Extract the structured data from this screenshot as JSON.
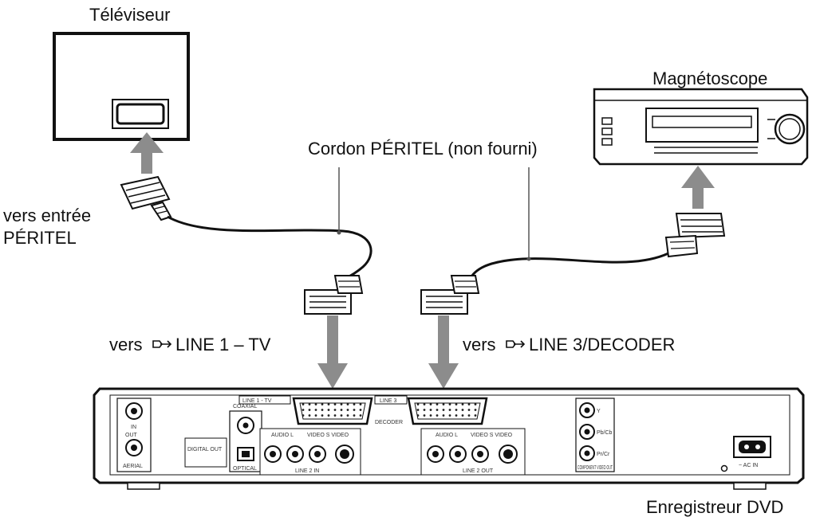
{
  "labels": {
    "tv": "Téléviseur",
    "vcr": "Magnétoscope",
    "cable": "Cordon PÉRITEL (non fourni)",
    "tv_input_line1": "vers entrée",
    "tv_input_line2": "PÉRITEL",
    "to_line1_prefix": "vers",
    "to_line1": "LINE 1 – TV",
    "to_line3_prefix": "vers",
    "to_line3": "LINE 3/DECODER",
    "recorder": "Enregistreur DVD"
  },
  "panel_text": {
    "line1_tv": "LINE 1 - TV",
    "line3": "LINE 3",
    "decoder": "DECODER",
    "coaxial": "COAXIAL",
    "digital_out": "DIGITAL OUT",
    "optical": "OPTICAL",
    "audio_l": "AUDIO L",
    "video_s": "VIDEO S VIDEO",
    "line2_in": "LINE 2 IN",
    "line2_out": "LINE 2 OUT",
    "aerial_in": "IN",
    "aerial_out": "OUT",
    "aerial": "AERIAL",
    "y": "Y",
    "pb": "Pb/Cb",
    "pr": "Pr/Cr",
    "component": "COMPONENT VIDEO OUT",
    "ac_in": "~ AC IN"
  },
  "arrow_icon": "scart-output-arrow-icon",
  "colors": {
    "arrow": "#8c8c8c",
    "line": "#1a1a1a",
    "panel": "#ffffff"
  }
}
